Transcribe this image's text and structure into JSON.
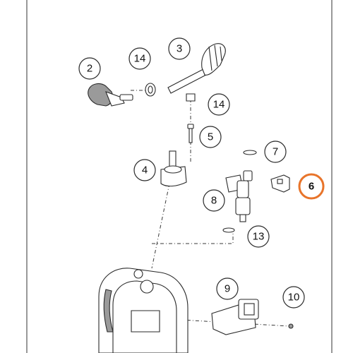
{
  "diagram": {
    "highlight_color": "#e8742a",
    "callouts": [
      {
        "id": "c2",
        "label": "2",
        "highlight": false
      },
      {
        "id": "c14a",
        "label": "14",
        "highlight": false
      },
      {
        "id": "c3",
        "label": "3",
        "highlight": false
      },
      {
        "id": "c14b",
        "label": "14",
        "highlight": false
      },
      {
        "id": "c5",
        "label": "5",
        "highlight": false
      },
      {
        "id": "c4",
        "label": "4",
        "highlight": false
      },
      {
        "id": "c7",
        "label": "7",
        "highlight": false
      },
      {
        "id": "c6",
        "label": "6",
        "highlight": true
      },
      {
        "id": "c8",
        "label": "8",
        "highlight": false
      },
      {
        "id": "c13",
        "label": "13",
        "highlight": false
      },
      {
        "id": "c9",
        "label": "9",
        "highlight": false
      },
      {
        "id": "c10",
        "label": "10",
        "highlight": false
      }
    ]
  }
}
